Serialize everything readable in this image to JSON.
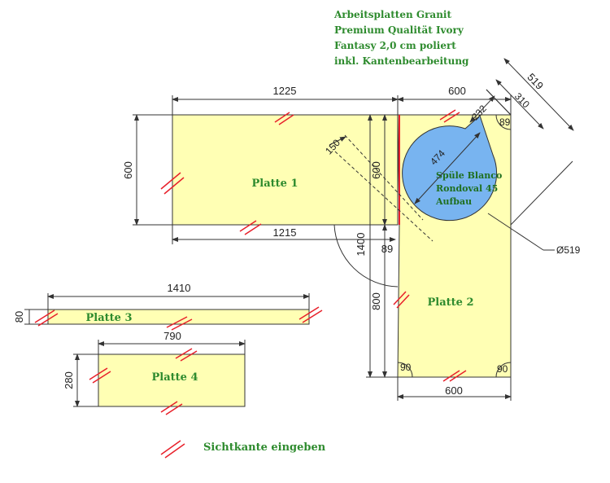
{
  "header": {
    "lines": [
      "Arbeitsplatten Granit",
      "Premium Qualität Ivory",
      "Fantasy 2,0 cm poliert",
      "inkl. Kantenbearbeitung"
    ]
  },
  "colors": {
    "plate_fill": "#ffffb4",
    "sink_fill": "#78b4f0",
    "edge_mark": "#e8202a",
    "label_green": "#2e8b2e",
    "dim_line": "#333333"
  },
  "plates": [
    {
      "name": "Platte 1"
    },
    {
      "name": "Platte 2"
    },
    {
      "name": "Platte 3"
    },
    {
      "name": "Platte 4"
    }
  ],
  "sink": {
    "lines": [
      "Spüle Blanco",
      "Rondoval 45",
      "Aufbau"
    ],
    "diameter_label": "Ø519"
  },
  "dimensions": {
    "p1_width": "1225",
    "p1_height": "600",
    "p1_bottom": "1215",
    "p1_right": "600",
    "p2_top": "600",
    "p2_bottom": "600",
    "p2_height_total": "1400",
    "p2_lower": "800",
    "inner_89": "89",
    "p3_width": "1410",
    "p3_height": "80",
    "p4_width": "790",
    "p4_height": "280",
    "diag_519": "519",
    "diag_310": "310",
    "diag_232": "232",
    "diag_474": "474",
    "diag_150": "150"
  },
  "angles": {
    "a1": "89",
    "a2": "90",
    "a3": "90"
  },
  "legend": {
    "label": "Sichtkante eingeben"
  }
}
